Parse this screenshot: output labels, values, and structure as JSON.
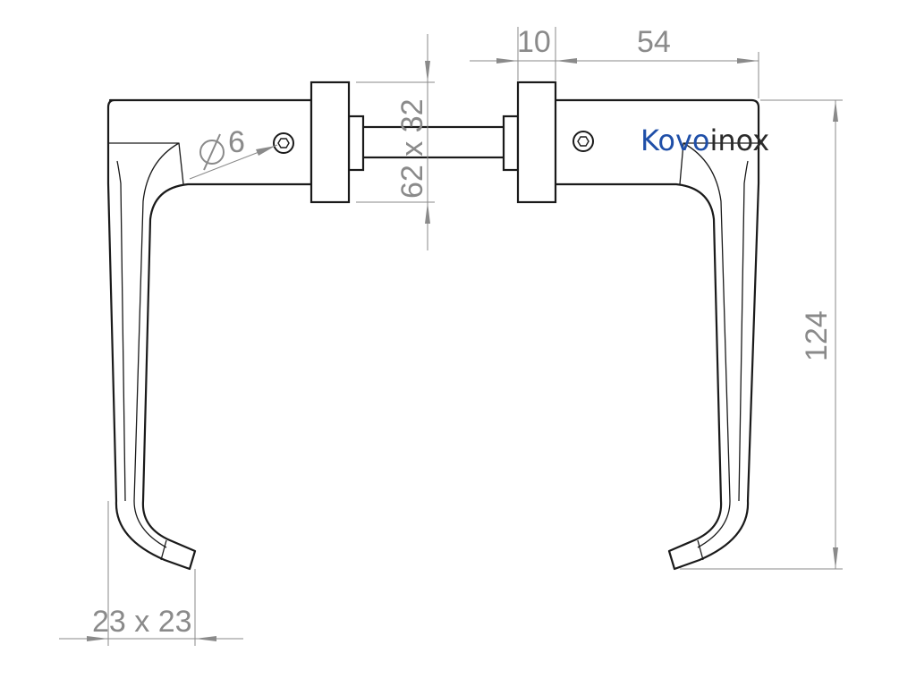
{
  "dimensions": {
    "rose_thickness": "10",
    "lever_projection": "54",
    "rose_size": "62 x 32",
    "screw_diameter": "6",
    "lever_height": "124",
    "grip_section": "23 x 23"
  },
  "brand": {
    "part_1": "Kovo",
    "part_2": "inox"
  },
  "colors": {
    "outline": "#1a1a1a",
    "dimension": "#8a8a8a",
    "brand_blue": "#1f4fa8",
    "brand_dark": "#2b2b2b"
  },
  "icons": {
    "screw": "hex-socket-screw-icon",
    "diameter": "diameter-symbol-icon"
  }
}
